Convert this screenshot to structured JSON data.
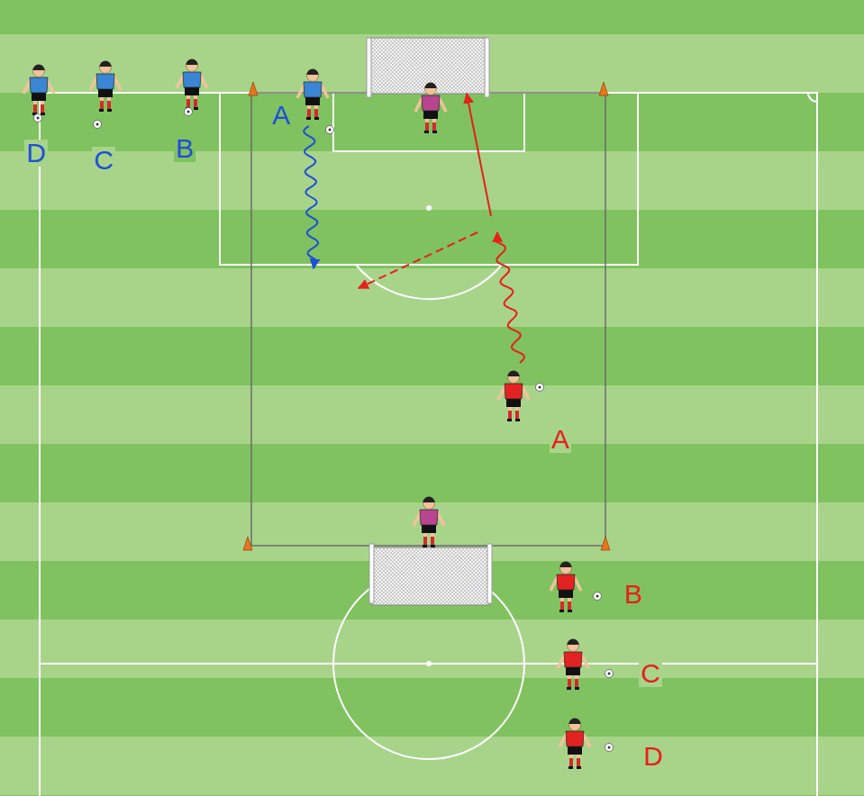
{
  "diagram": {
    "labels": [
      "D",
      "C",
      "B",
      "A",
      "A",
      "B",
      "C",
      "D"
    ]
  }
}
